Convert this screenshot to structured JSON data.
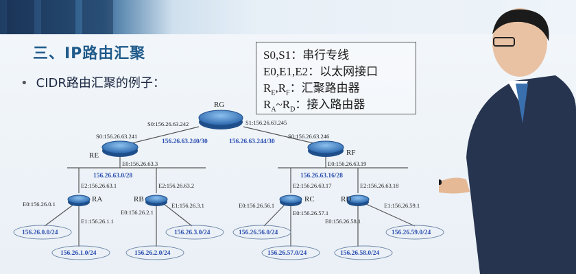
{
  "slide": {
    "title": "三、IP路由汇聚",
    "bullet": "CIDR路由汇聚的例子：",
    "bullet_marker": "•"
  },
  "legend": {
    "line1": "S0,S1：串行专线",
    "line2": "E0,E1,E2：以太网接口",
    "line3_a": "R",
    "line3_sub1": "E",
    "line3_b": ",R",
    "line3_sub2": "F",
    "line3_c": "：汇聚路由器",
    "line4_a": "R",
    "line4_sub1": "A",
    "line4_b": "~R",
    "line4_sub2": "D",
    "line4_c": "：接入路由器"
  },
  "routers": {
    "RG": "RG",
    "RE": "RE",
    "RF": "RF",
    "RA": "RA",
    "RB": "RB",
    "RC": "RC",
    "RD": "RD"
  },
  "interfaces": {
    "g_s0": "S0:156.26.63.242",
    "g_s1": "S1:156.26.63.245",
    "e_s0": "S0:156.26.63.241",
    "f_s0": "S0:156.26.63.246",
    "e_e0": "E0:156.26.63.3",
    "f_e0": "E0:156.26.63.19",
    "a_e2": "E2:156.26.63.1",
    "b_e2": "E2:156.26.63.2",
    "c_e2": "E2:156.26.63.17",
    "d_e2": "E2:156.26.63.18",
    "a_e0": "E0:156.26.0.1",
    "a_e1": "E1:156.26.1.1",
    "b_e0": "E0:156.26.2.1",
    "b_e1": "E1:156.26.3.1",
    "c_e0": "E0:156.26.56.1",
    "c_e1": "E0:156.26.57.1",
    "d_e0": "E0:156.26.58.1",
    "d_e1": "E1:156.26.59.1"
  },
  "networks": {
    "ge": "156.26.63.240/30",
    "gf": "156.26.63.244/30",
    "lan_e": "156.26.63.0/28",
    "lan_f": "156.26.63.16/28",
    "n0": "156.26.0.0/24",
    "n1": "156.26.1.0/24",
    "n2": "156.26.2.0/24",
    "n3": "156.26.3.0/24",
    "n56": "156.26.56.0/24",
    "n57": "156.26.57.0/24",
    "n58": "156.26.58.0/24",
    "n59": "156.26.59.0/24"
  },
  "colors": {
    "router_fill": "#4a86c8",
    "network_text": "#2b4fb0",
    "title": "#1f5a8a"
  }
}
